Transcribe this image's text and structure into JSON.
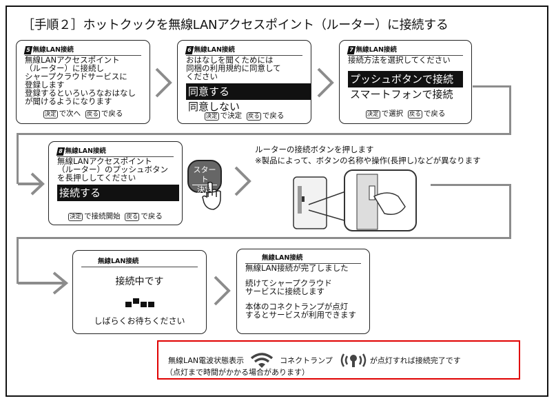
{
  "title": "［手順２］ホットクックを無線LANアクセスポイント（ルーター）に接続する",
  "screens": {
    "s5": {
      "num": "5",
      "header": "無線LAN接続",
      "lines": [
        "無線LANアクセスポイント",
        "（ルーター）に接続し",
        "シャープクラウドサービスに",
        "登録します",
        "登録するといろいろなおはなし",
        "が聞けるようになります"
      ],
      "key1": "決定",
      "act1": "で次へ",
      "key2": "戻る",
      "act2": "で戻る"
    },
    "s6": {
      "num": "6",
      "header": "無線LAN接続",
      "lines": [
        "おはなしを聞くためには",
        "同梱の利用規約に同意して",
        "ください"
      ],
      "selected": "同意する",
      "option": "同意しない",
      "key1": "決定",
      "act1": "で決定",
      "key2": "戻る",
      "act2": "で戻る"
    },
    "s7": {
      "num": "7",
      "header": "無線LAN接続",
      "lines": [
        "接続方法を選択してください"
      ],
      "selected": "プッシュボタンで接続",
      "option": "スマートフォンで接続",
      "key1": "決定",
      "act1": "で選択",
      "key2": "戻る",
      "act2": "で戻る"
    },
    "s8": {
      "num": "8",
      "header": "無線LAN接続",
      "lines": [
        "無線LANアクセスポイント",
        "（ルーター）のプッシュボタン",
        "を長押ししてください"
      ],
      "selected": "接続する",
      "key1": "決定",
      "act1": "で接続開始",
      "key2": "戻る",
      "act2": "で戻る"
    },
    "s9": {
      "header": "無線LAN接続",
      "status": "接続中です",
      "wait": "しばらくお待ちください"
    },
    "s10": {
      "header": "無線LAN接続",
      "lines": [
        "無線LAN接続が完了しました",
        "",
        "続けてシャープクラウド",
        "サービスに接続します",
        "",
        "本体のコネクトランプが点灯",
        "するとサービスが利用できます"
      ]
    }
  },
  "start_button": {
    "top": "スタート",
    "bottom": "決定"
  },
  "router_note": [
    "ルーターの接続ボタンを押します",
    "※製品によって、ボタンの名称や操作(長押し)などが異なります"
  ],
  "notice": {
    "part1": "無線LAN電波状態表示",
    "part2": "コネクトランプ",
    "part3": "が点灯すれば接続完了です",
    "line2": "（点灯まで時間がかかる場合があります）"
  },
  "colors": {
    "notice_border": "#e00000",
    "arrow": "#8c8c8c"
  }
}
